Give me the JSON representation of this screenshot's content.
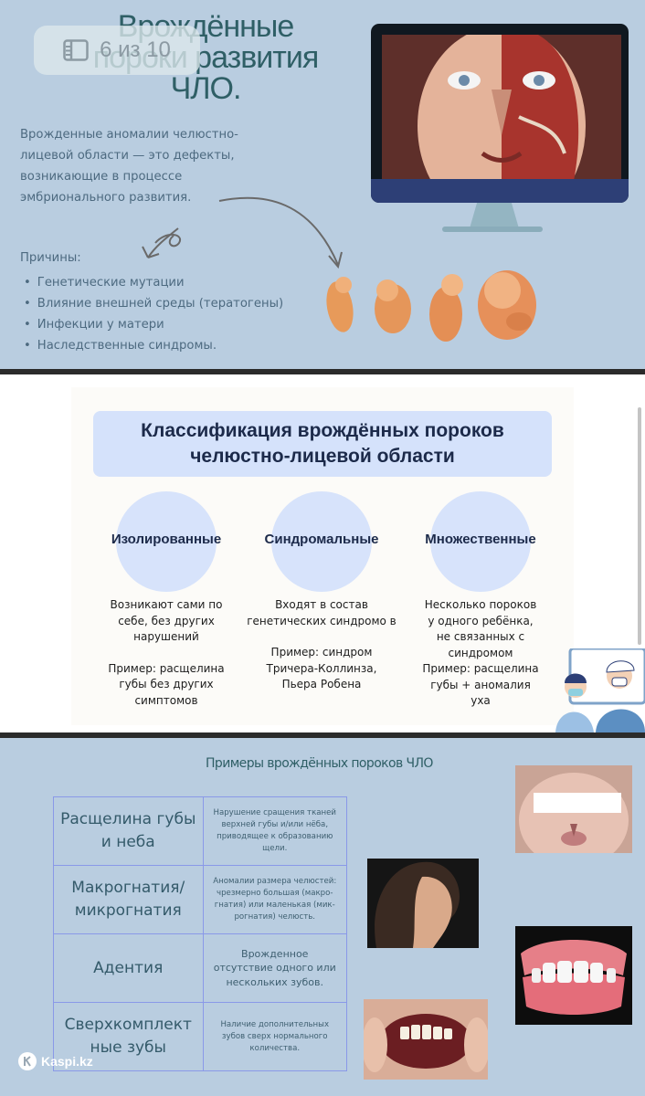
{
  "slide1": {
    "title_lines": [
      "Врождённые",
      "пороки развития",
      "ЧЛО."
    ],
    "counter": "6 из 10",
    "description": "Врожденные аномалии челюстно-лицевой области — это дефекты, возникающие в процессе эмбрионального развития.",
    "causes_title": "Причины:",
    "causes": [
      "Генетические мутации",
      "Влияние внешней среды (тератогены)",
      "Инфекции у матери",
      "Наследственные синдромы."
    ]
  },
  "slide2": {
    "title_lines": [
      "Классификация врождённых пороков",
      "челюстно-лицевой области"
    ],
    "columns": [
      {
        "title": "Изолированные",
        "description": "Возникают сами по себе, без других нарушений",
        "example": "Пример: расщелина губы без других симптомов"
      },
      {
        "title": "Синдромальные",
        "description": "Входят в состав генетических синдромо в",
        "example": "Пример: синдром Тричера-Коллинза, Пьера Робена"
      },
      {
        "title": "Множественные",
        "description": "Несколько пороков у одного ребёнка, не связанных с синдромом",
        "example": "Пример: расщелина губы + аномалия уха"
      }
    ]
  },
  "slide3": {
    "title": "Примеры врождённых пороков ЧЛО",
    "rows": [
      {
        "name": "Расщелина губы и неба",
        "description": "Нарушение сращения тканей верхней губы и/или нёба, приводящее к образованию щели."
      },
      {
        "name": "Макрогнатия/ микрогнатия",
        "description": "Аномалии размера челюстей: чрезмерно большая (макро-гнатия) или маленькая (мик-рогнатия) челюсть."
      },
      {
        "name": "Адентия",
        "description": "Врожденное отсутствие одного или нескольких зубов."
      },
      {
        "name": "Сверхкомплект ные зубы",
        "description": "Наличие дополнительных зубов сверх нормального количества."
      }
    ]
  },
  "watermark": "Kaspi.kz",
  "colors": {
    "slide_bg": "#b9cde0",
    "title_teal": "#2f5f66",
    "banner": "#d5e2fb",
    "table_border": "#8a99e8"
  }
}
